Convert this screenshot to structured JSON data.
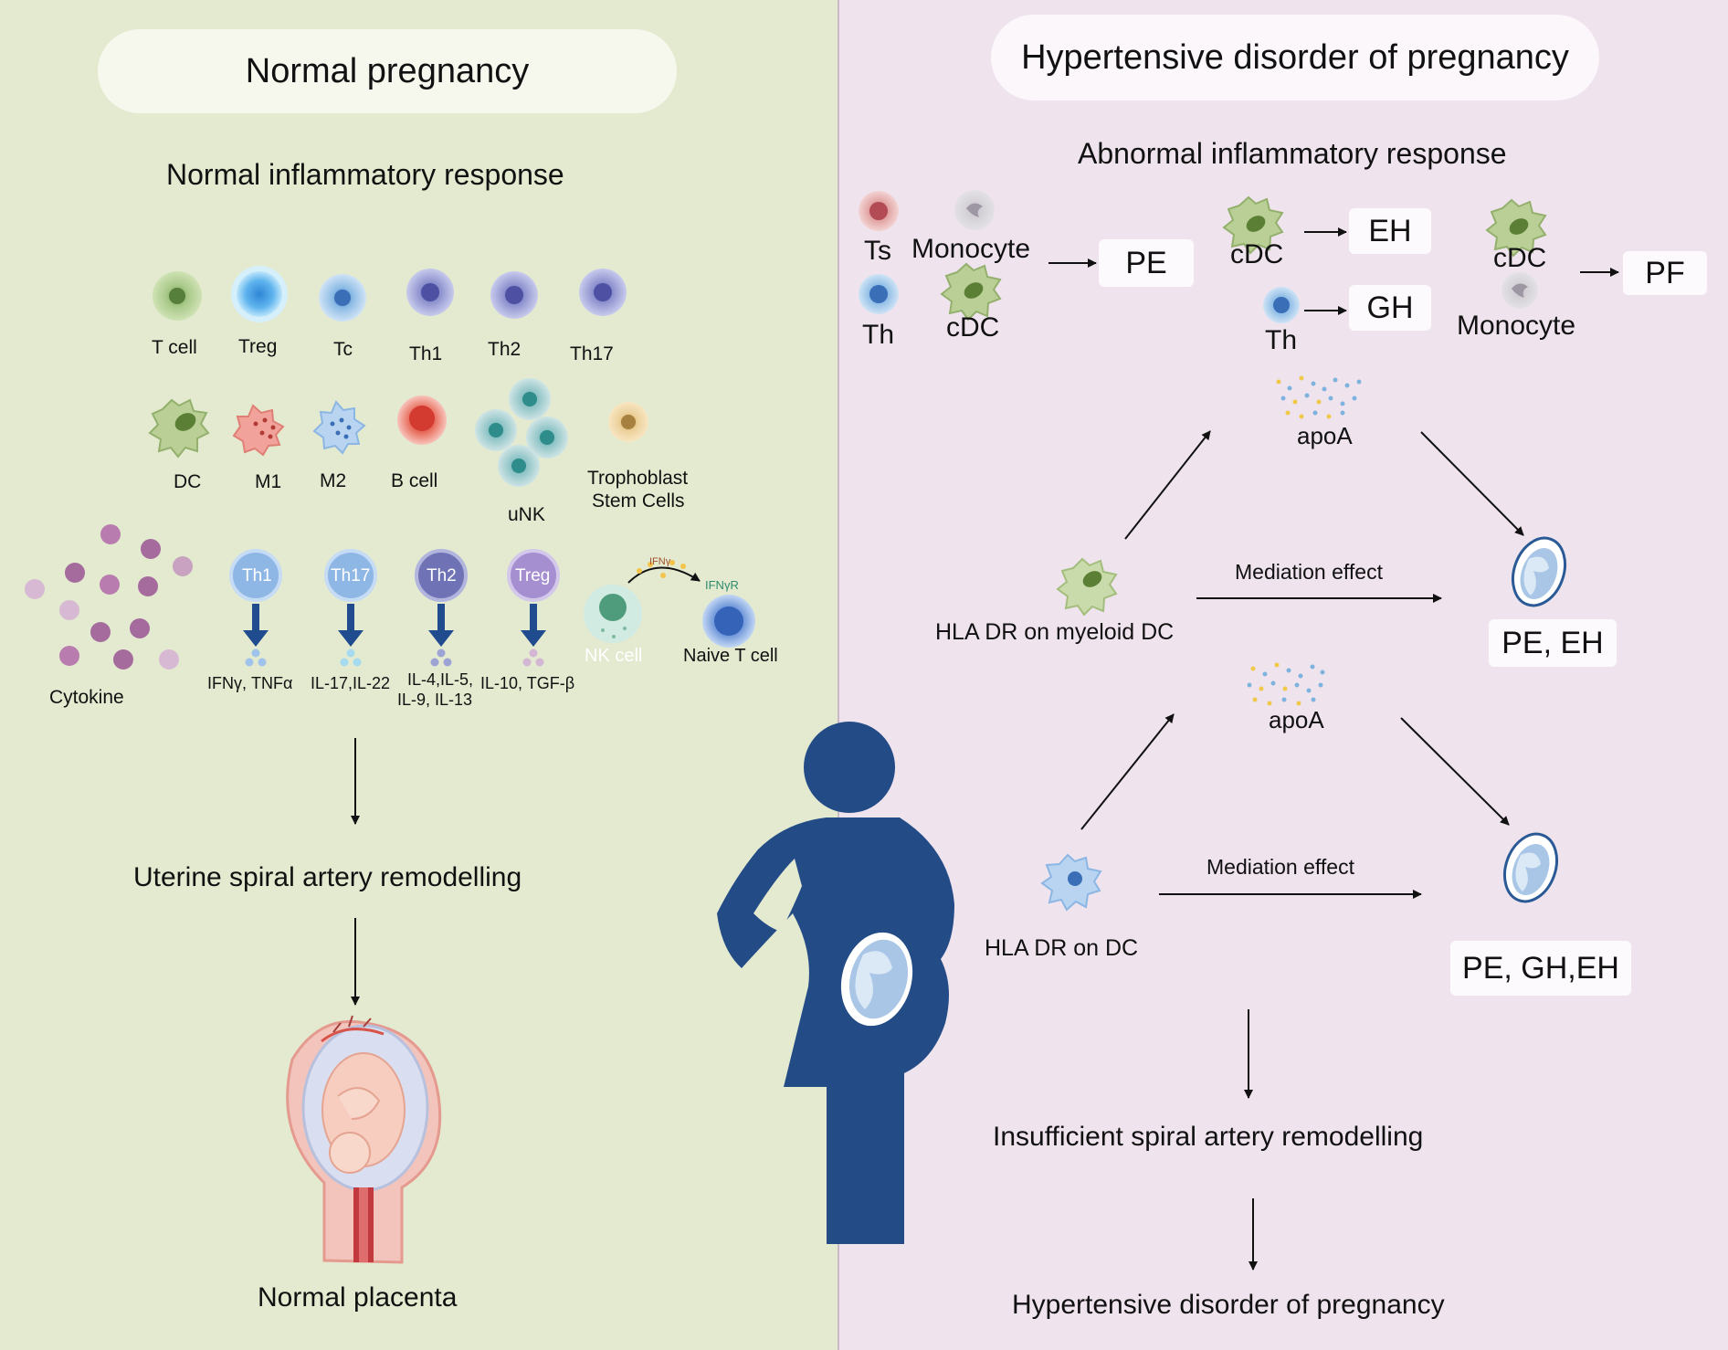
{
  "left": {
    "title": "Normal pregnancy",
    "subtitle": "Normal inflammatory response",
    "cells_row1": [
      "T cell",
      "Treg",
      "Tc",
      "Th1",
      "Th2",
      "Th17"
    ],
    "cells_row2": [
      "DC",
      "M1",
      "M2",
      "B cell",
      "uNK"
    ],
    "trophoblast": [
      "Trophoblast",
      "Stem Cells"
    ],
    "cytokine_label": "Cytokine",
    "secreting_cells": [
      "Th1",
      "Th17",
      "Th2",
      "Treg"
    ],
    "cytokine_outputs": [
      "IFNγ,  TNFα",
      "IL-17,IL-22",
      "IL-4,IL-5,",
      "IL-9,  IL-13",
      "IL-10,  TGF-β"
    ],
    "ifn_labels": [
      "IFNγ",
      "IFNγR"
    ],
    "nk_label": "NK cell",
    "naive_label": "Naive T cell",
    "step1": "Uterine spiral artery remodelling",
    "step2": "Normal placenta"
  },
  "right": {
    "title": "Hypertensive disorder of pregnancy",
    "subtitle": "Abnormal inflammatory response",
    "group1": {
      "cells": [
        "Ts",
        "Monocyte",
        "Th",
        "cDC"
      ],
      "outcome": "PE"
    },
    "group2": {
      "cell_a": "cDC",
      "outcome_a": "EH",
      "cell_b": "Th",
      "outcome_b": "GH"
    },
    "group3": {
      "cells": [
        "cDC",
        "Monocyte"
      ],
      "outcome": "PF"
    },
    "apoa_label": "apoA",
    "mediation_label": "Mediation effect",
    "exposure1": "HLA DR on myeloid DC",
    "outcome1": "PE, EH",
    "exposure2": "HLA DR on  DC",
    "outcome2": "PE, GH,EH",
    "step1": "Insufficient spiral artery remodelling",
    "step2": "Hypertensive disorder of pregnancy"
  },
  "colors": {
    "left_bg": "#e3ead0",
    "right_bg": "#efe3ee",
    "figure_navy": "#234b86",
    "arrow_blue": "#214b8f"
  }
}
